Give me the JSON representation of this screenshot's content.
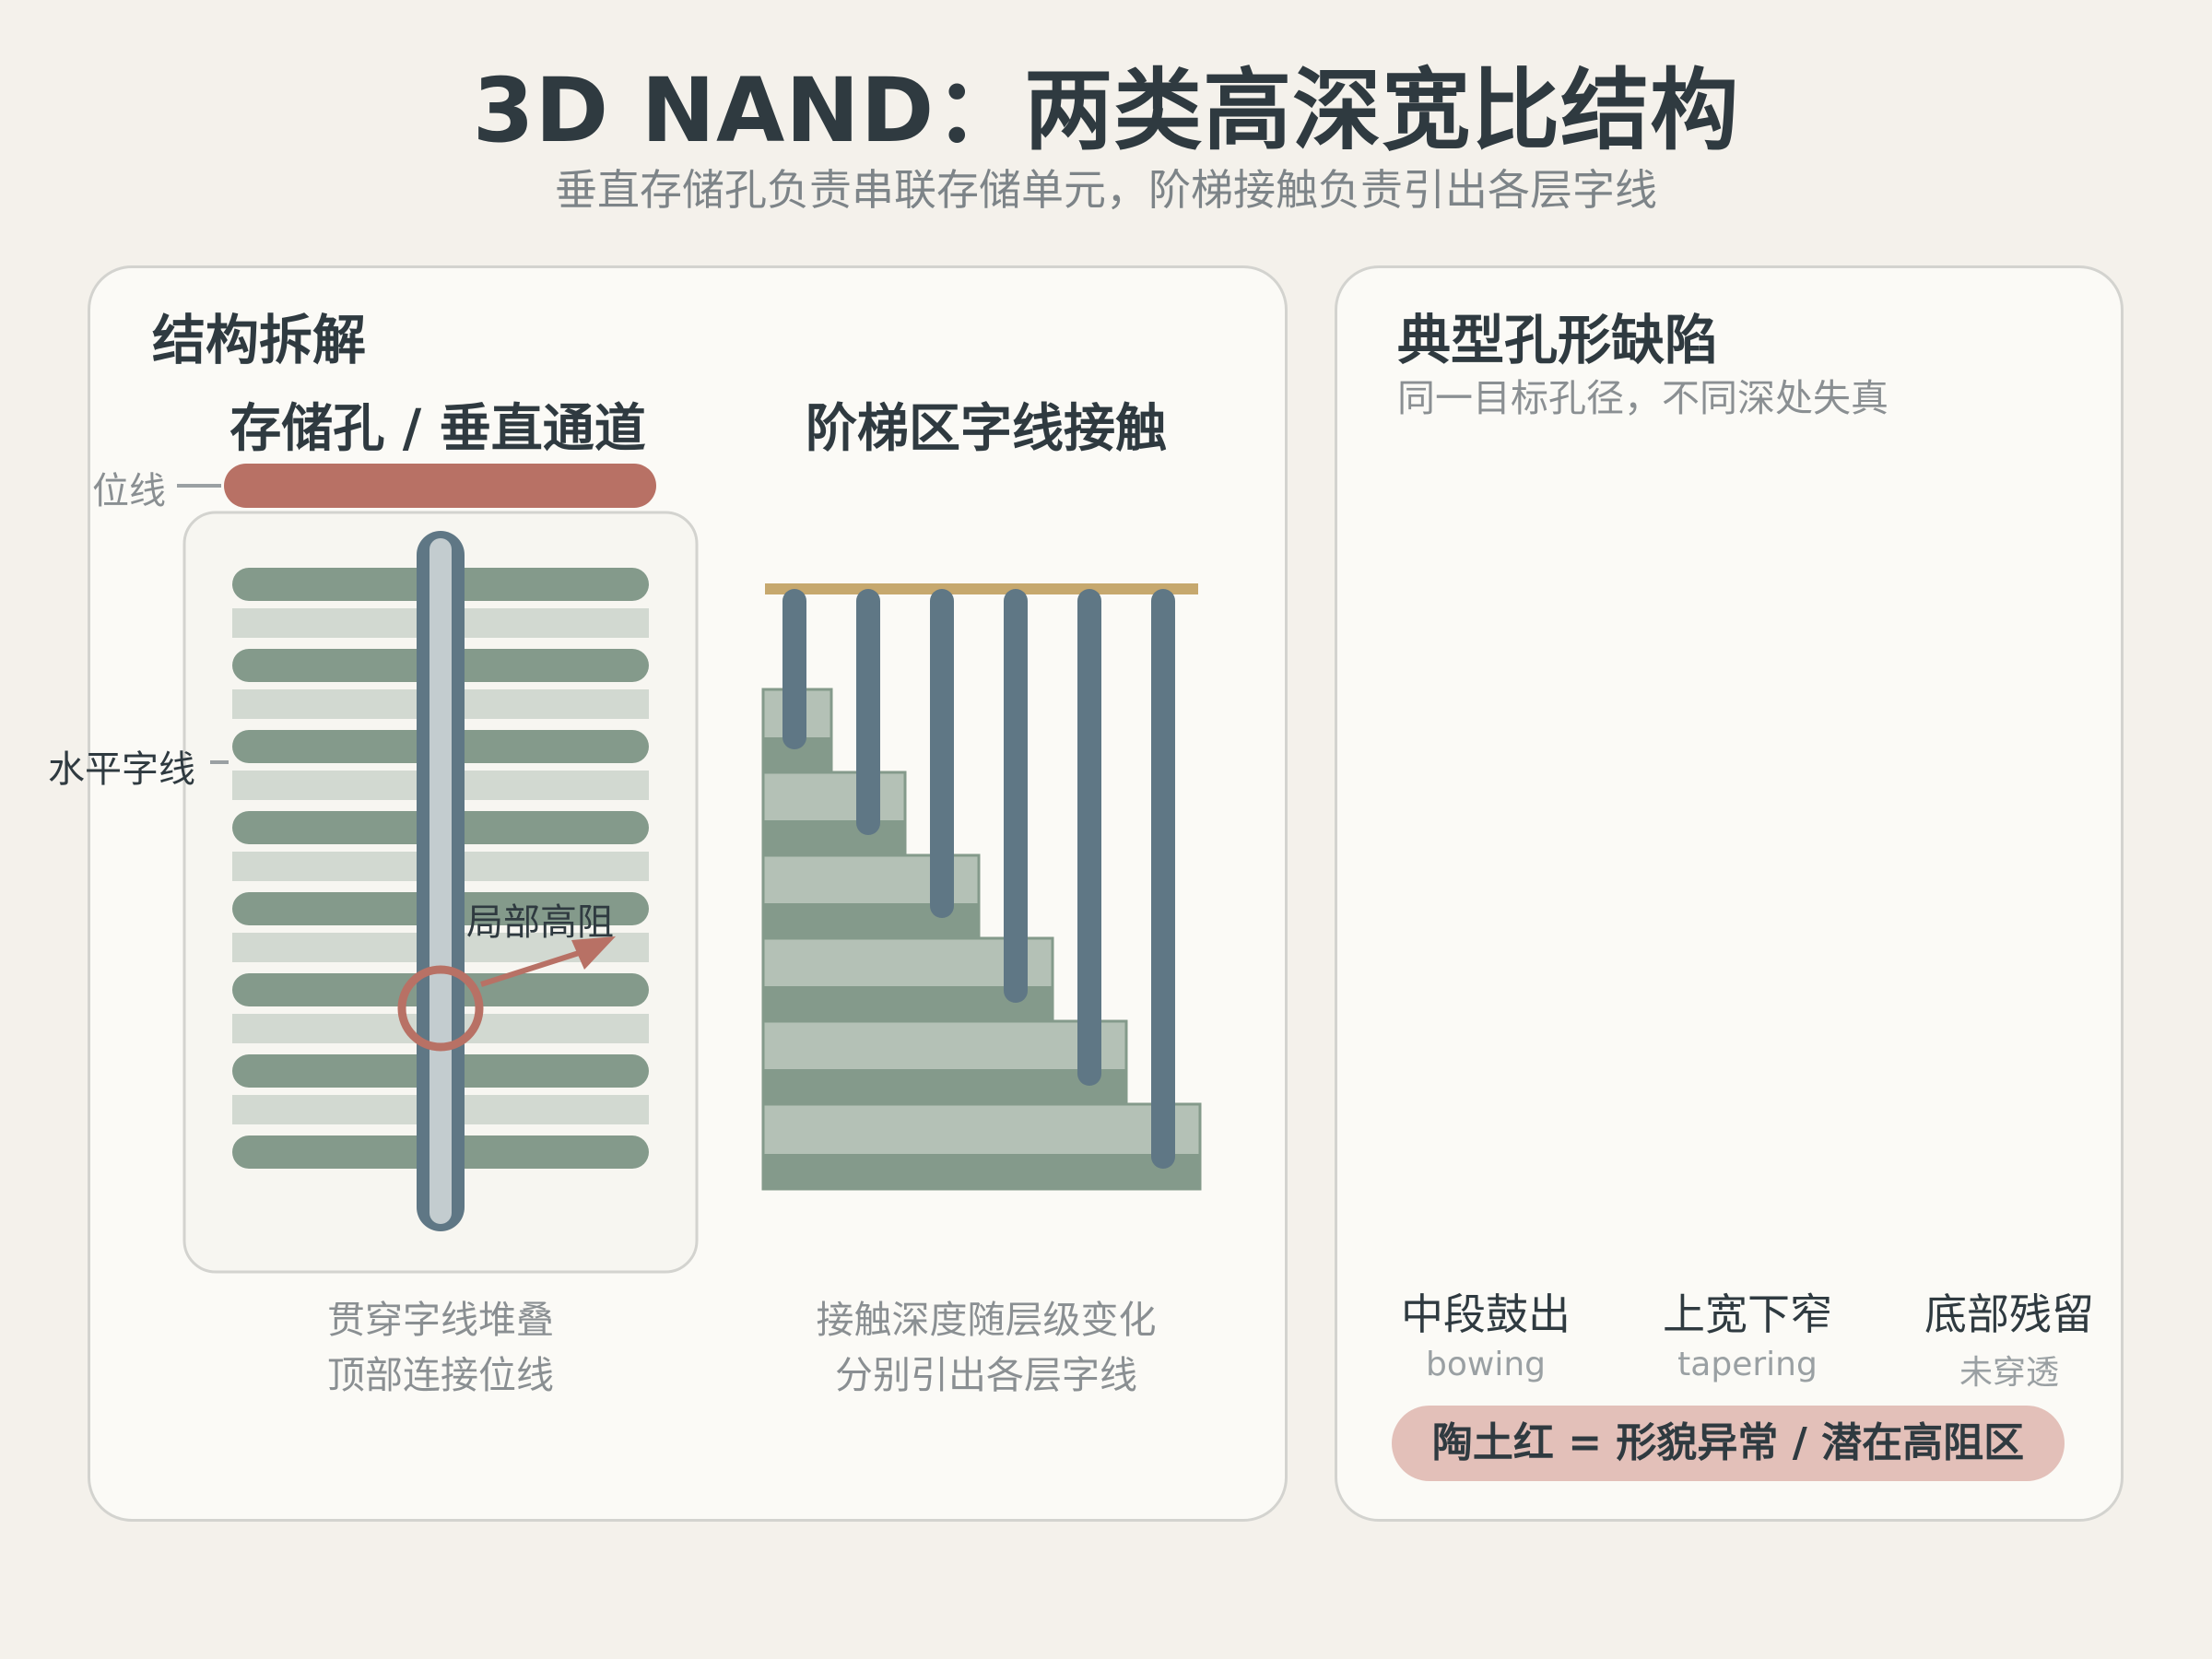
{
  "header": {
    "title": "3D NAND：两类高深宽比结构",
    "subtitle": "垂直存储孔负责串联存储单元，阶梯接触负责引出各层字线"
  },
  "left_panel": {
    "title": "结构拆解",
    "storage_hole": {
      "heading": "存储孔 / 垂直通道",
      "bitline_label": "位线",
      "wordline_label": "水平字线",
      "hotspot_label": "局部高阻",
      "caption_line1": "贯穿字线堆叠",
      "caption_line2": "顶部连接位线"
    },
    "staircase": {
      "heading": "阶梯区字线接触",
      "caption_line1": "接触深度随层级变化",
      "caption_line2": "分别引出各层字线"
    }
  },
  "right_panel": {
    "title": "典型孔形缺陷",
    "subtitle": "同一目标孔径，不同深处失真",
    "defects": [
      {
        "label": "中段鼓出",
        "en": "bowing"
      },
      {
        "label": "上宽下窄",
        "en": "tapering"
      },
      {
        "label": "底部残留",
        "en": "未穿透"
      }
    ],
    "legend": "陶土红 = 形貌异常 / 潜在高阻区"
  },
  "colors": {
    "terracotta": "#b87165",
    "slate": "#5f7785",
    "sage": "#849a8b",
    "sage_light": "#d2d9d1",
    "gold": "#c6a86e",
    "background": "#f4f1eb"
  }
}
